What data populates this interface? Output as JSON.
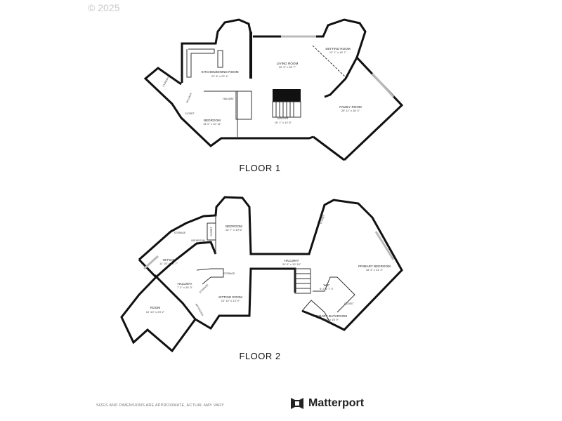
{
  "copyright": "© 2025",
  "floors": [
    {
      "title": "FLOOR 1",
      "rooms": [
        {
          "name": "KITCHEN/DINING ROOM",
          "dims": "21' 8\" x 22' 4\""
        },
        {
          "name": "LIVING ROOM",
          "dims": "20' 3\" x 28' 7\""
        },
        {
          "name": "SETTING ROOM",
          "dims": "12' 1\" x 16' 7\""
        },
        {
          "name": "FAMILY ROOM",
          "dims": "25' 11\" x 28' 3\""
        },
        {
          "name": "ENTRY",
          "dims": "16' 1\" x 14' 8\""
        },
        {
          "name": "BEDROOM",
          "dims": "14' 0\" x 10' 11\""
        },
        {
          "name": "HALLWAY"
        },
        {
          "name": "CLOSET"
        },
        {
          "name": "HALLWAY"
        },
        {
          "name": "LAUNDRY"
        }
      ]
    },
    {
      "title": "FLOOR 2",
      "rooms": [
        {
          "name": "BEDROOM",
          "dims": "16' 7\" x 19' 6\""
        },
        {
          "name": "OFFICE",
          "dims": "11' 10\" x 13' 7\""
        },
        {
          "name": "HALLWAY",
          "dims": "24' 9\" x 10' 10\""
        },
        {
          "name": "HALLWAY",
          "dims": "7' 2\" x 26' 3\""
        },
        {
          "name": "SITTING ROOM",
          "dims": "10' 10\" x 13' 9\""
        },
        {
          "name": "ROOM",
          "dims": "10' 10\" x 23' 2\""
        },
        {
          "name": "PRIMARY BEDROOM",
          "dims": "18' 4\" x 31' 4\""
        },
        {
          "name": "WIC",
          "dims": "6' 2\" x 7' 3\""
        },
        {
          "name": "PRIMARY BATHROOM",
          "dims": "12' 3\" x 15' 9\""
        },
        {
          "name": "STORAGE"
        },
        {
          "name": "BATHROOM"
        },
        {
          "name": "CLOSET"
        },
        {
          "name": "STORAGE"
        },
        {
          "name": "STORAGE"
        },
        {
          "name": "BATHROOM"
        },
        {
          "name": "CLOSET"
        },
        {
          "name": "CLOSET"
        }
      ]
    }
  ],
  "footer": {
    "disclaimer": "SIZES AND DIMENSIONS ARE APPROXIMATE, ACTUAL MAY VARY",
    "brand": "Matterport"
  }
}
